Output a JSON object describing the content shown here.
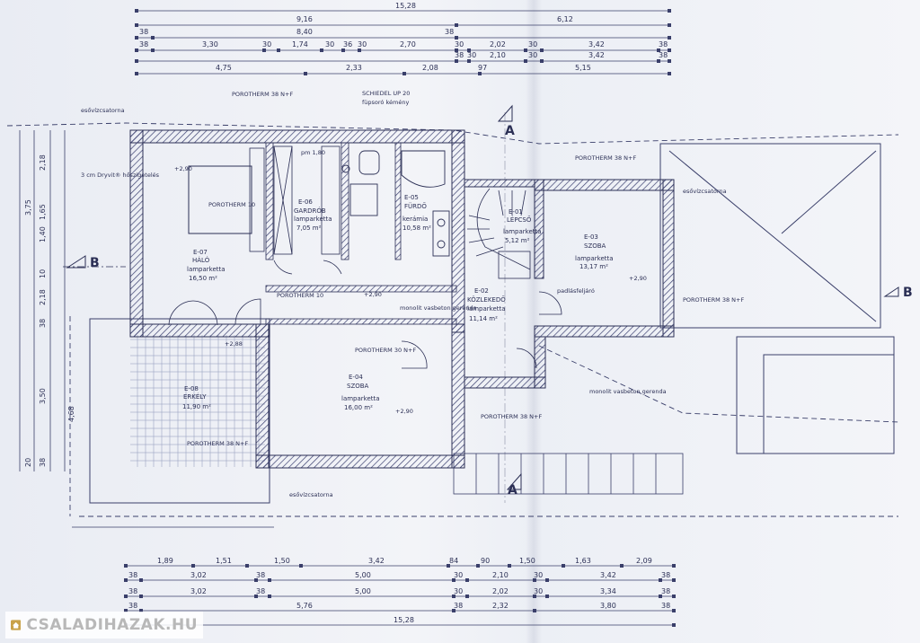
{
  "plan": {
    "top_dims": {
      "row1": [
        "15,28"
      ],
      "row2": [
        "9,16",
        "6,12"
      ],
      "row3": [
        "38",
        "8,40",
        "38"
      ],
      "row4": [
        "38",
        "3,30",
        "30",
        "1,74",
        "30",
        "36",
        "30",
        "2,70",
        "30",
        "2,02",
        "30",
        "3,42",
        "38"
      ],
      "row5": [
        "38",
        "30",
        "2,10",
        "30",
        "3,42",
        "38"
      ],
      "row6": [
        "4,75",
        "2,33",
        "2,08",
        "97",
        "5,15"
      ]
    },
    "bottom_dims": {
      "row1": [
        "1,89",
        "1,51",
        "1,50",
        "3,42",
        "84",
        "90",
        "1,50",
        "1,63",
        "2,09"
      ],
      "row2": [
        "38",
        "3,02",
        "38",
        "5,00",
        "30",
        "2,10",
        "30",
        "3,42",
        "38"
      ],
      "row3": [
        "38",
        "3,02",
        "38",
        "5,00",
        "30",
        "2,02",
        "30",
        "3,34",
        "38"
      ],
      "row4": [
        "38",
        "5,76",
        "38",
        "2,32",
        "3,80",
        "38"
      ],
      "row5": [
        "15,28"
      ]
    },
    "left_dims": [
      "2,18",
      "1,65",
      "3,75",
      "1,40",
      "2,18",
      "10",
      "38",
      "3,50",
      "4,68",
      "38",
      "20"
    ],
    "rooms": [
      {
        "code": "E-07",
        "name": "HÁLÓ",
        "floor": "lamparketta",
        "area": "16,50 m²"
      },
      {
        "code": "E-06",
        "name": "GARDRÓB",
        "floor": "lamparketta",
        "area": "7,05 m²"
      },
      {
        "code": "E-05",
        "name": "FÜRDŐ",
        "floor": "kerámia",
        "area": "10,58 m²"
      },
      {
        "code": "E-01",
        "name": "LÉPCSŐ",
        "floor": "lamparketta",
        "area": "5,12 m²"
      },
      {
        "code": "E-03",
        "name": "SZOBA",
        "floor": "lamparketta",
        "area": "13,17 m²"
      },
      {
        "code": "E-02",
        "name": "KÖZLEKEDŐ",
        "floor": "lamparketta",
        "area": "11,14 m²"
      },
      {
        "code": "E-04",
        "name": "SZOBA",
        "floor": "lamparketta",
        "area": "16,00 m²"
      },
      {
        "code": "E-08",
        "name": "ERKÉLY",
        "floor": "",
        "area": "11,90 m²"
      }
    ],
    "labels": {
      "porotherm_38": "POROTHERM 38 N+F",
      "porotherm_30": "POROTHERM 30 N+F",
      "porotherm_10": "POROTHERM 10",
      "schiedel": "SCHIEDEL UP 20",
      "schiedel_sub": "füpsoró kémény",
      "esovizcsatorna": "esővízcsatorna",
      "dryvit": "3 cm Dryvit® hőszigetelés",
      "monolit": "monolit vasbeton gerenda",
      "padlofeljaro": "padlásfeljáró",
      "elevation": "+2,90",
      "elevation_balcony": "+2,88",
      "hmin": "pm 1,80"
    },
    "sections": {
      "a": "A",
      "b": "B"
    }
  },
  "watermark": {
    "text": "CSALADIHAZAK.HU",
    "icon": "house-icon"
  }
}
